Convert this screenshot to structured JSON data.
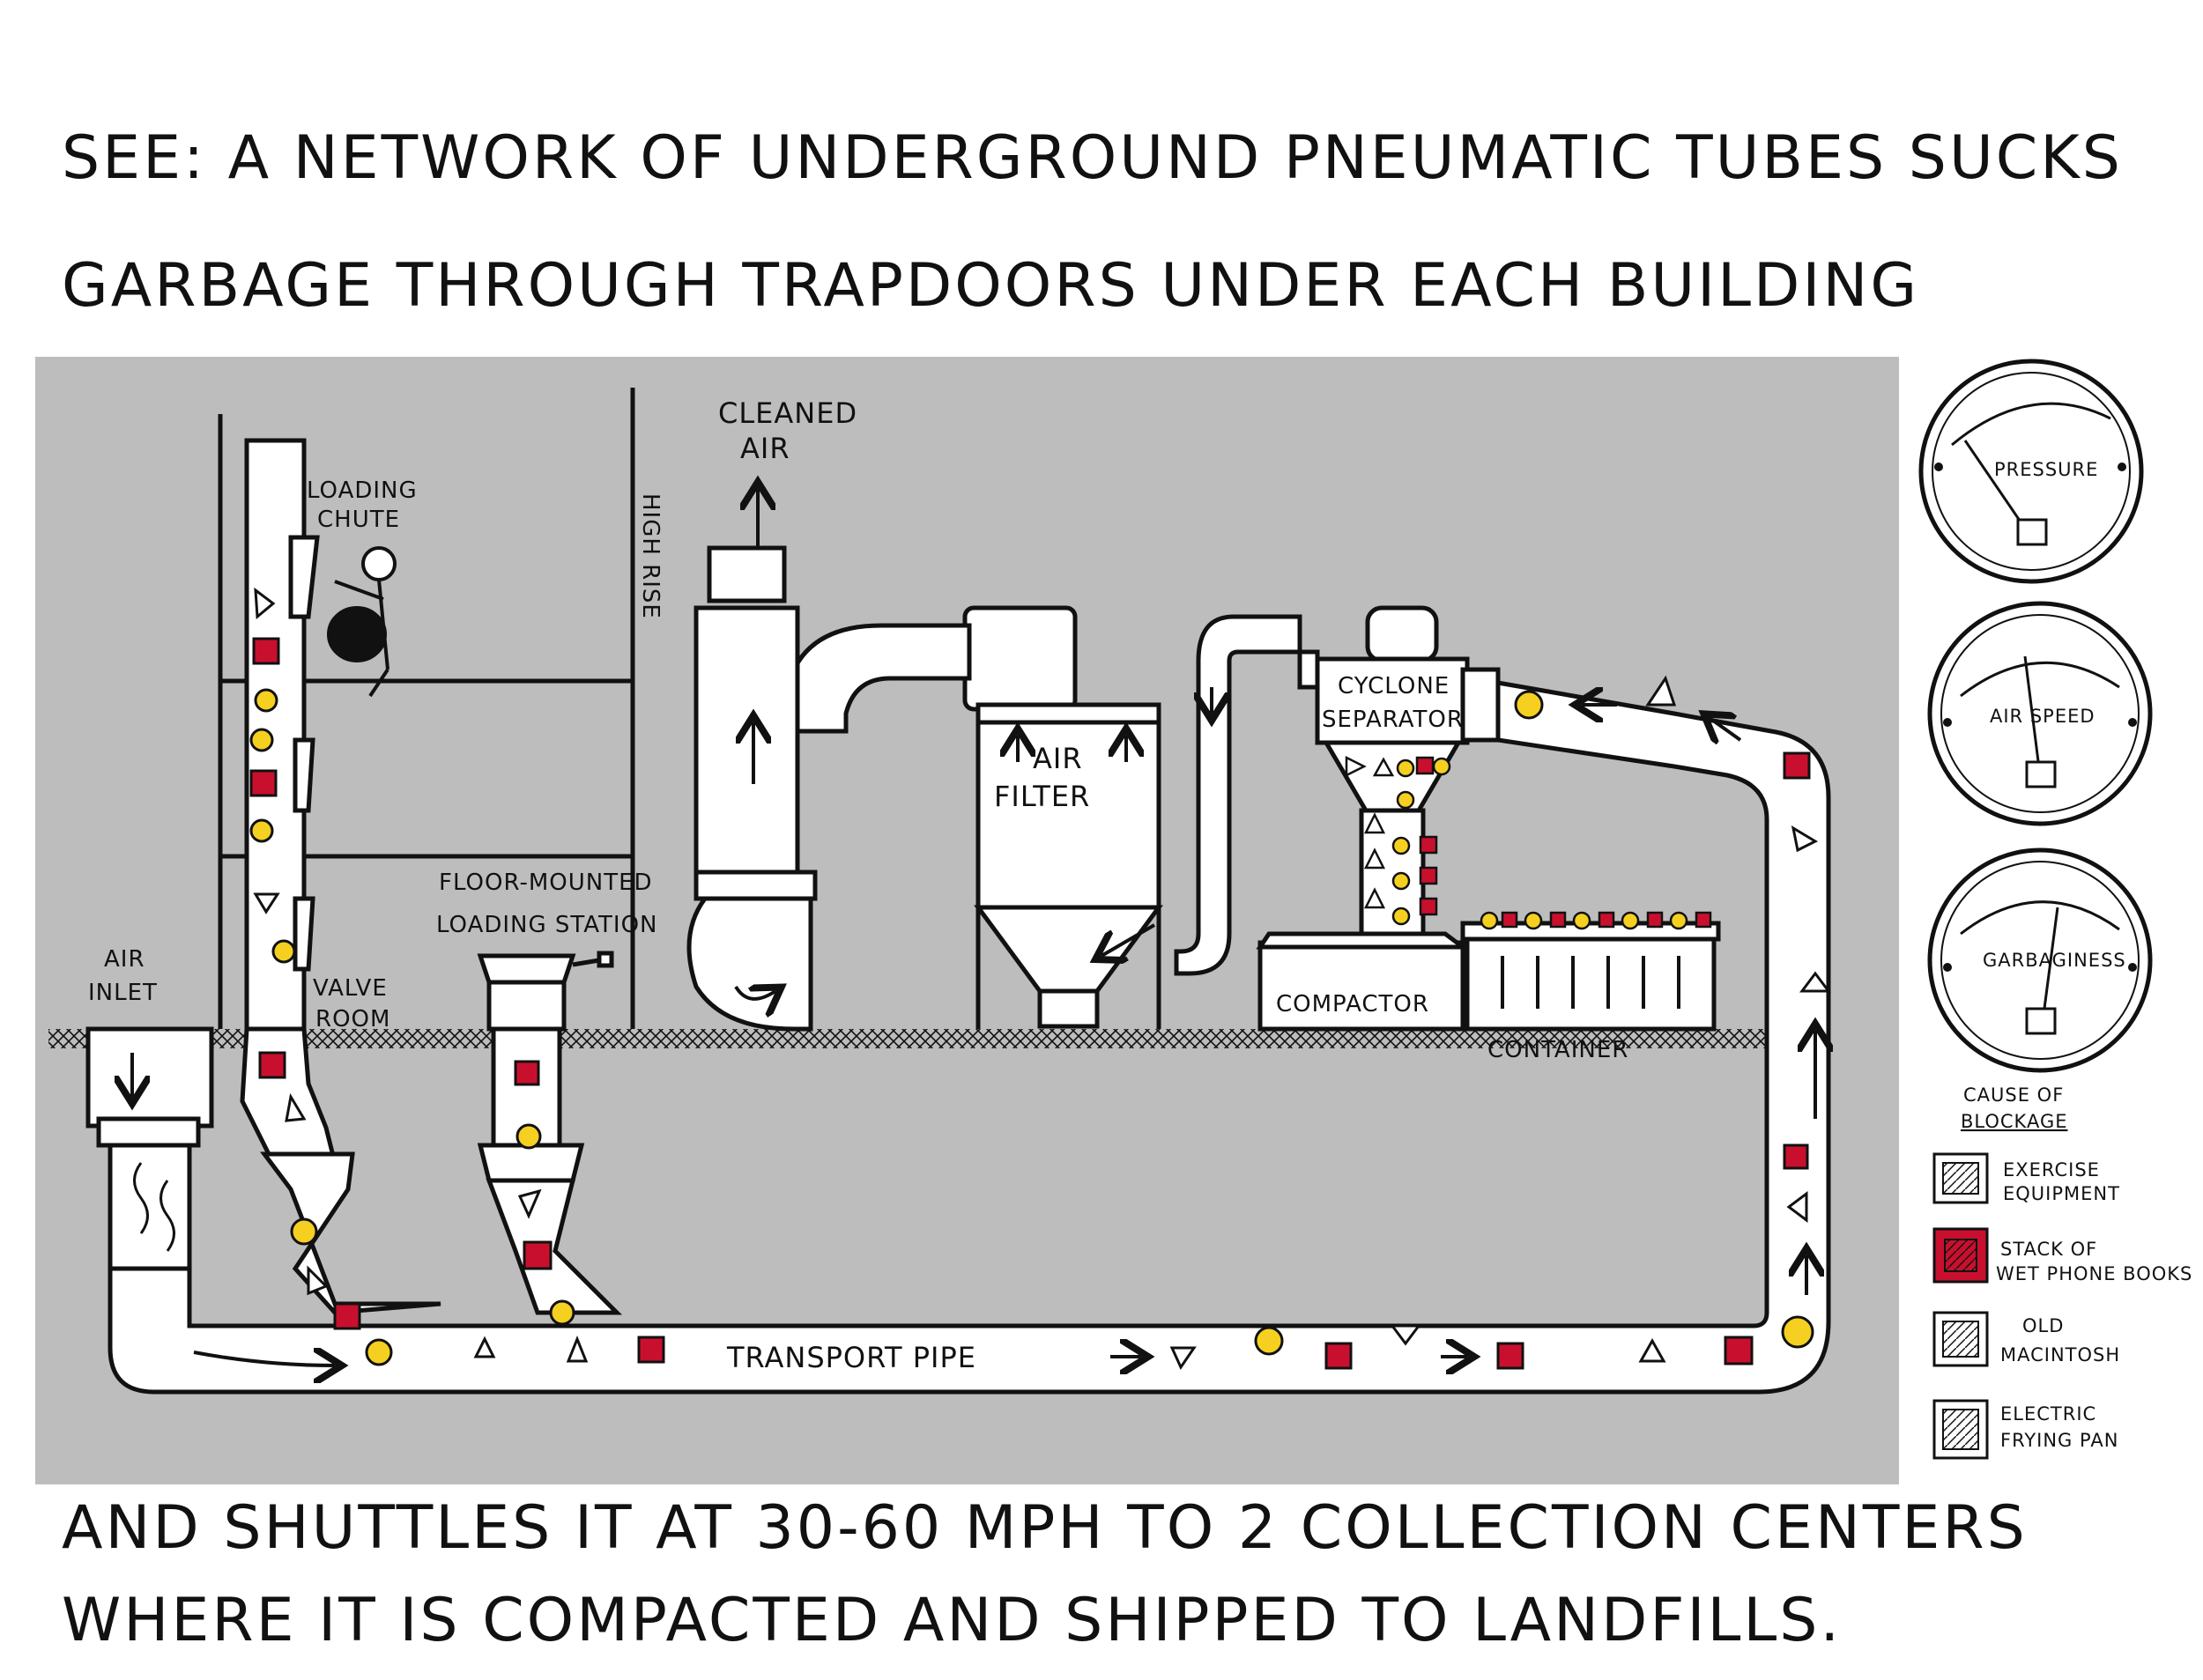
{
  "captions": {
    "top_line1": "SEE: A NETWORK OF UNDERGROUND PNEUMATIC TUBES SUCKS",
    "top_line2": "GARBAGE THROUGH TRAPDOORS UNDER EACH BUILDING",
    "bottom_line1": "AND SHUTTLES IT AT 30-60 MPH TO 2 COLLECTION CENTERS",
    "bottom_line2": "WHERE IT IS COMPACTED AND SHIPPED TO LANDFILLS."
  },
  "labels": {
    "cleaned_air_1": "CLEANED",
    "cleaned_air_2": "AIR",
    "loading_chute_1": "LOADING",
    "loading_chute_2": "CHUTE",
    "high_rise": "HIGH RISE",
    "air_filter_1": "AIR",
    "air_filter_2": "FILTER",
    "cyclone_1": "CYCLONE",
    "cyclone_2": "SEPARATOR",
    "floor_station_1": "FLOOR-MOUNTED",
    "floor_station_2": "LOADING STATION",
    "air_inlet_1": "AIR",
    "air_inlet_2": "INLET",
    "valve_room_1": "VALVE",
    "valve_room_2": "ROOM",
    "compactor": "COMPACTOR",
    "container": "CONTAINER",
    "transport_pipe": "TRANSPORT PIPE"
  },
  "gauges": [
    {
      "label": "PRESSURE"
    },
    {
      "label": "AIR SPEED"
    },
    {
      "label": "GARBAGINESS"
    }
  ],
  "legend": {
    "title_1": "CAUSE OF",
    "title_2": "BLOCKAGE",
    "items": [
      {
        "line1": "EXERCISE",
        "line2": "EQUIPMENT",
        "color": "#ffffff"
      },
      {
        "line1": "STACK OF",
        "line2": "WET PHONE BOOKS",
        "color": "#c8102e"
      },
      {
        "line1": "OLD",
        "line2": "MACINTOSH",
        "color": "#ffffff"
      },
      {
        "line1": "ELECTRIC",
        "line2": "FRYING PAN",
        "color": "#ffffff"
      }
    ]
  },
  "colors": {
    "panel": "#bdbdbd",
    "ink": "#111111",
    "garbage_red": "#c8102e",
    "garbage_yellow": "#f5d020"
  }
}
